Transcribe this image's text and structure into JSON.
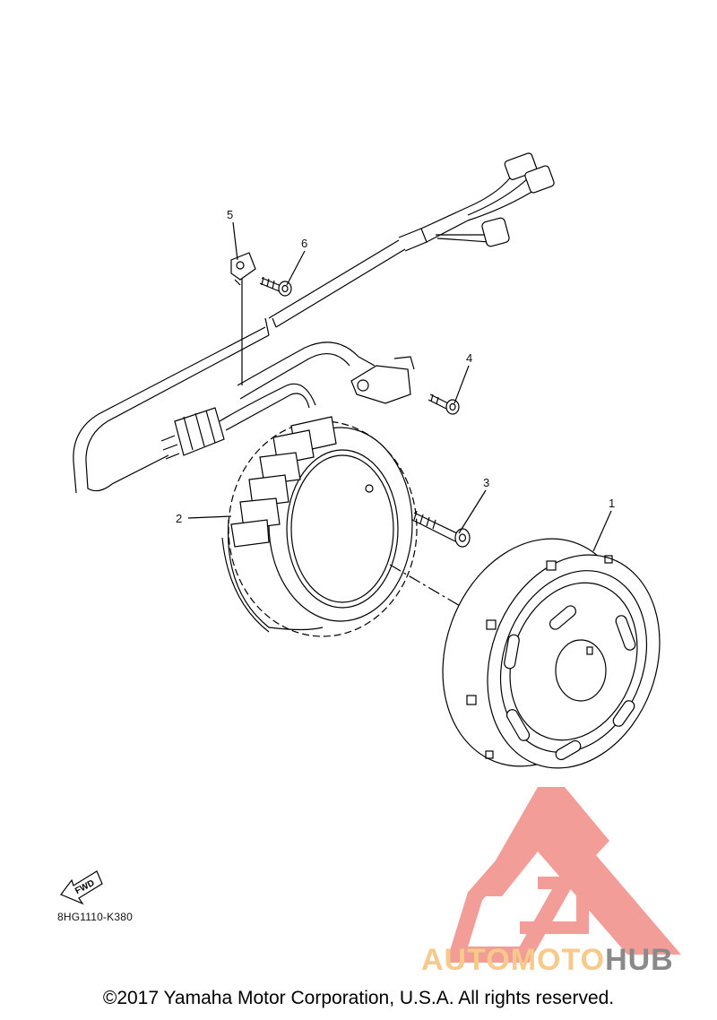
{
  "callouts": [
    "1",
    "2",
    "3",
    "4",
    "5",
    "6"
  ],
  "diagram_code": "8HG1110-K380",
  "fwd_label": "FWD",
  "watermark": {
    "part1": "AUTOMOTO",
    "part2": "HUB",
    "color_part1": "#f7c98a",
    "color_part2": "#8a8a8a",
    "logo_color": "#f08c86"
  },
  "copyright": "©2017 Yamaha Motor Corporation, U.S.A. All rights reserved."
}
